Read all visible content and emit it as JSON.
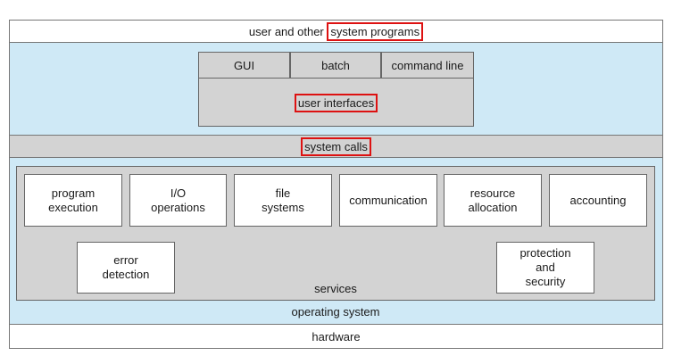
{
  "top_band": {
    "prefix": "user and other ",
    "highlight": "system programs"
  },
  "ui_panel": {
    "tabs": [
      "GUI",
      "batch",
      "command line"
    ],
    "label": "user interfaces"
  },
  "system_calls": "system calls",
  "services": {
    "items_row1": [
      "program\nexecution",
      "I/O\noperations",
      "file\nsystems",
      "communication",
      "resource\nallocation",
      "accounting"
    ],
    "error_detection": "error\ndetection",
    "protection": "protection\nand\nsecurity",
    "label": "services"
  },
  "os_label": "operating system",
  "hardware": "hardware",
  "colors": {
    "highlight_border": "#dd1111",
    "light_blue": "#cfe9f6",
    "gray": "#d3d3d3"
  }
}
